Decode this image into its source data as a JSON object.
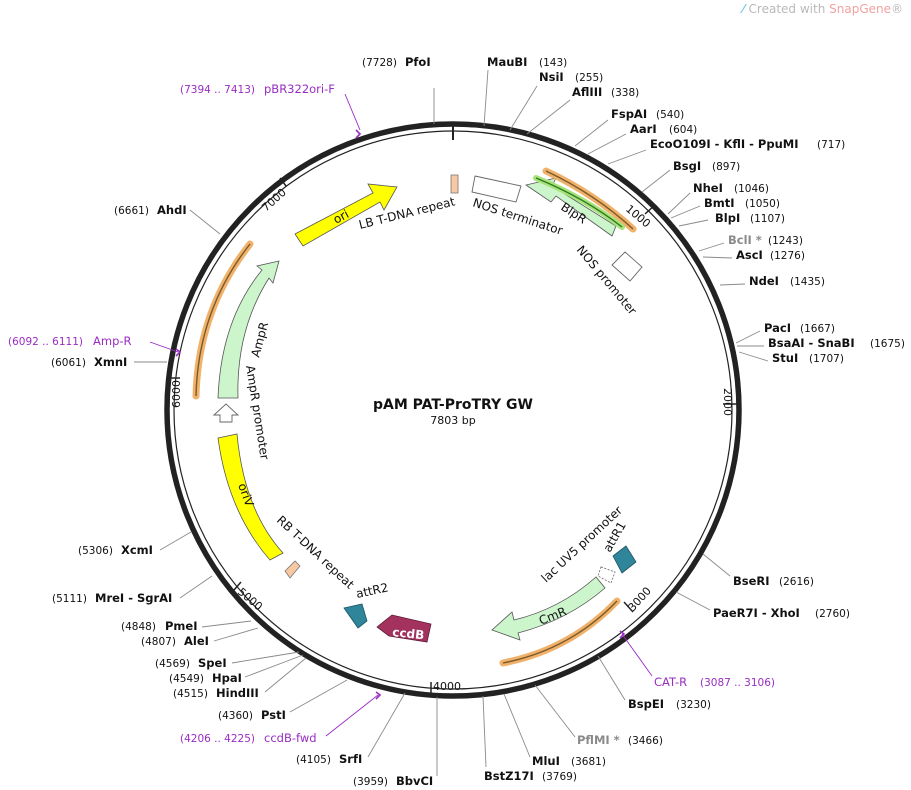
{
  "watermark": {
    "prefix": "Created with ",
    "brand": "SnapGene",
    "mark": "®"
  },
  "plasmid": {
    "name": "pAM PAT-ProTRY GW",
    "length_label": "7803 bp",
    "length": 7803
  },
  "ticks": [
    {
      "pos": 1000,
      "label": "1000"
    },
    {
      "pos": 2000,
      "label": "2000"
    },
    {
      "pos": 3000,
      "label": "3000"
    },
    {
      "pos": 4000,
      "label": "4000"
    },
    {
      "pos": 5000,
      "label": "5000"
    },
    {
      "pos": 6000,
      "label": "6000"
    },
    {
      "pos": 7000,
      "label": "7000"
    }
  ],
  "colors": {
    "backbone": "#222222",
    "ori": "#ffff00",
    "resistance": "#ccf5cc",
    "ccdb": "#a3325f",
    "att": "#2f8599",
    "primer": "#9a2cc4",
    "orange": "#f0b26a",
    "tdna": "#f7c9a3"
  },
  "sites": [
    {
      "name": "PfoI",
      "pos_label": "(7728)",
      "grey": false
    },
    {
      "name": "MauBI",
      "pos_label": "(143)",
      "grey": false
    },
    {
      "name": "NsiI",
      "pos_label": "(255)",
      "grey": false
    },
    {
      "name": "AflIII",
      "pos_label": "(338)",
      "grey": false
    },
    {
      "name": "FspAI",
      "pos_label": "(540)",
      "grey": false
    },
    {
      "name": "AarI",
      "pos_label": "(604)",
      "grey": false
    },
    {
      "name": "EcoO109I - KflI - PpuMI",
      "pos_label": "(717)",
      "grey": false
    },
    {
      "name": "BsgI",
      "pos_label": "(897)",
      "grey": false
    },
    {
      "name": "NheI",
      "pos_label": "(1046)",
      "grey": false
    },
    {
      "name": "BmtI",
      "pos_label": "(1050)",
      "grey": false
    },
    {
      "name": "BlpI",
      "pos_label": "(1107)",
      "grey": false
    },
    {
      "name": "BclI *",
      "pos_label": "(1243)",
      "grey": true
    },
    {
      "name": "AscI",
      "pos_label": "(1276)",
      "grey": false
    },
    {
      "name": "NdeI",
      "pos_label": "(1435)",
      "grey": false
    },
    {
      "name": "PacI",
      "pos_label": "(1667)",
      "grey": false
    },
    {
      "name": "BsaAI - SnaBI",
      "pos_label": "(1675)",
      "grey": false
    },
    {
      "name": "StuI",
      "pos_label": "(1707)",
      "grey": false
    },
    {
      "name": "BseRI",
      "pos_label": "(2616)",
      "grey": false
    },
    {
      "name": "PaeR7I - XhoI",
      "pos_label": "(2760)",
      "grey": false
    },
    {
      "name": "BspEI",
      "pos_label": "(3230)",
      "grey": false
    },
    {
      "name": "PflMI *",
      "pos_label": "(3466)",
      "grey": true
    },
    {
      "name": "MluI",
      "pos_label": "(3681)",
      "grey": false
    },
    {
      "name": "BstZ17I",
      "pos_label": "(3769)",
      "grey": false
    },
    {
      "name": "BbvCI",
      "pos_label": "(3959)",
      "grey": false
    },
    {
      "name": "SrfI",
      "pos_label": "(4105)",
      "grey": false
    },
    {
      "name": "PstI",
      "pos_label": "(4360)",
      "grey": false
    },
    {
      "name": "HindIII",
      "pos_label": "(4515)",
      "grey": false
    },
    {
      "name": "HpaI",
      "pos_label": "(4549)",
      "grey": false
    },
    {
      "name": "SpeI",
      "pos_label": "(4569)",
      "grey": false
    },
    {
      "name": "AleI",
      "pos_label": "(4807)",
      "grey": false
    },
    {
      "name": "PmeI",
      "pos_label": "(4848)",
      "grey": false
    },
    {
      "name": "MreI - SgrAI",
      "pos_label": "(5111)",
      "grey": false
    },
    {
      "name": "XcmI",
      "pos_label": "(5306)",
      "grey": false
    },
    {
      "name": "XmnI",
      "pos_label": "(6061)",
      "grey": false
    },
    {
      "name": "AhdI",
      "pos_label": "(6661)",
      "grey": false
    }
  ],
  "primers": [
    {
      "name": "pBR322ori-F",
      "range_label": "(7394 .. 7413)"
    },
    {
      "name": "Amp-R",
      "range_label": "(6092 .. 6111)"
    },
    {
      "name": "CAT-R",
      "range_label": "(3087 .. 3106)"
    },
    {
      "name": "ccdB-fwd",
      "range_label": "(4206 .. 4225)"
    }
  ],
  "features": [
    {
      "name": "ori"
    },
    {
      "name": "LB T-DNA repeat"
    },
    {
      "name": "NOS terminator"
    },
    {
      "name": "BlpR"
    },
    {
      "name": "NOS promoter"
    },
    {
      "name": "AmpR"
    },
    {
      "name": "AmpR promoter"
    },
    {
      "name": "oriV"
    },
    {
      "name": "RB T-DNA repeat"
    },
    {
      "name": "attR2"
    },
    {
      "name": "ccdB"
    },
    {
      "name": "CmR"
    },
    {
      "name": "lac UV5 promoter"
    },
    {
      "name": "attR1"
    }
  ]
}
